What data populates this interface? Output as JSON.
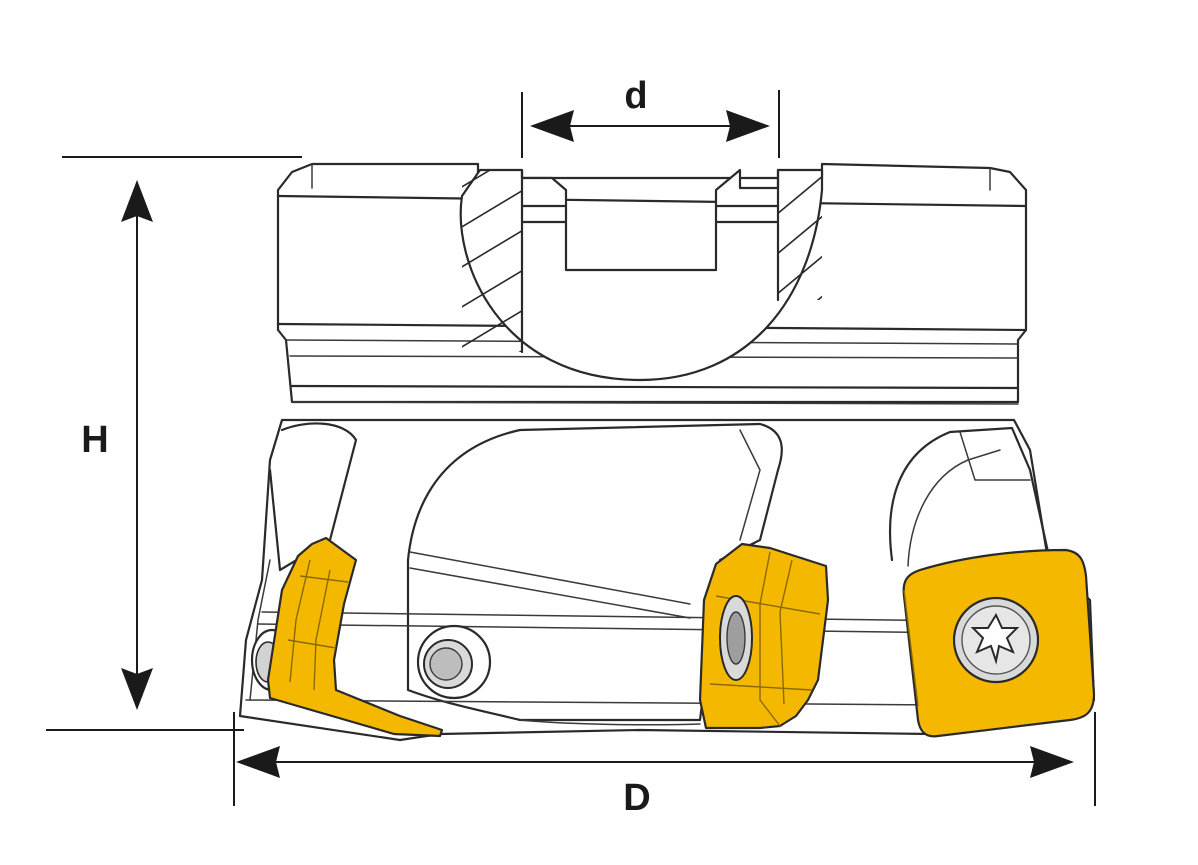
{
  "dimensions": {
    "bore_diameter_label": "d",
    "height_label": "H",
    "cutter_diameter_label": "D"
  },
  "colors": {
    "insert": "#F5B800",
    "outline": "#2A2A2A",
    "background": "#FFFFFF"
  },
  "icons": {
    "torx_screw": "torx-screw-icon",
    "clamp_screw": "clamp-screw-icon"
  }
}
